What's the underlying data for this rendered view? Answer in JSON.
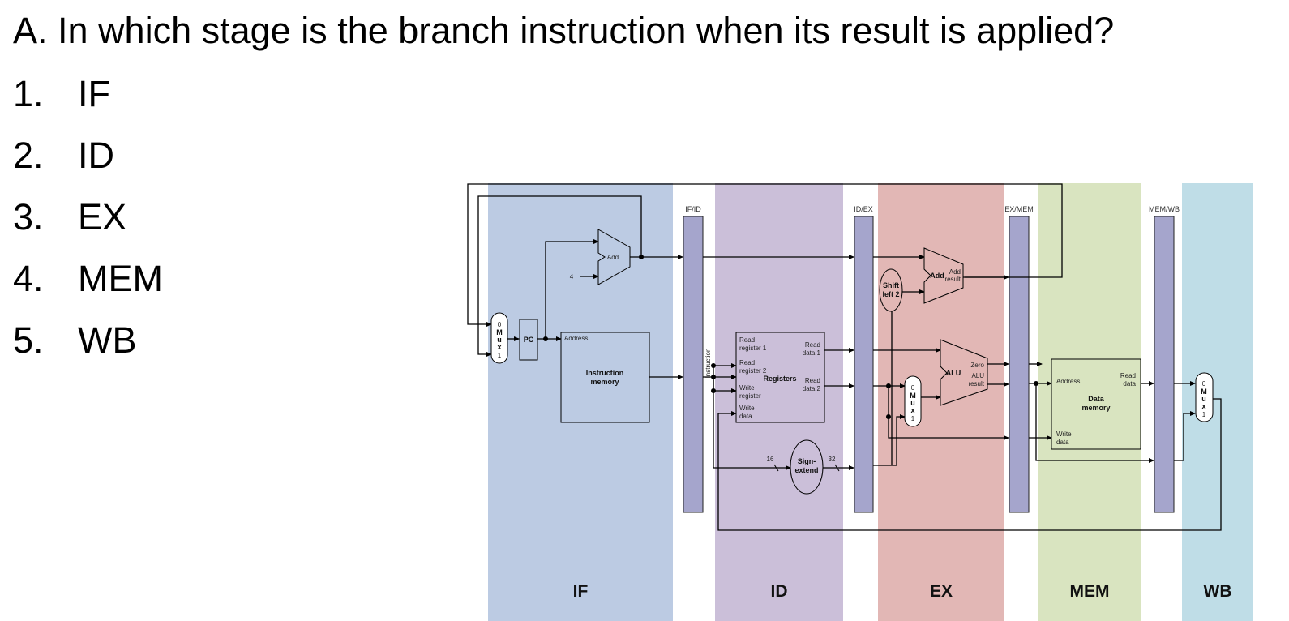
{
  "question": "A. In which stage is the branch instruction when its result is applied?",
  "options": [
    {
      "number": "1.",
      "label": "IF"
    },
    {
      "number": "2.",
      "label": "ID"
    },
    {
      "number": "3.",
      "label": "EX"
    },
    {
      "number": "4.",
      "label": "MEM"
    },
    {
      "number": "5.",
      "label": "WB"
    }
  ],
  "diagram": {
    "stages": [
      {
        "label": "IF",
        "color": "#bccbe3"
      },
      {
        "label": "ID",
        "color": "#cbbfd9"
      },
      {
        "label": "EX",
        "color": "#e2b7b5"
      },
      {
        "label": "MEM",
        "color": "#d9e4c0"
      },
      {
        "label": "WB",
        "color": "#bfdde7"
      }
    ],
    "pipeline_registers": [
      "IF/ID",
      "ID/EX",
      "EX/MEM",
      "MEM/WB"
    ],
    "pipeline_register_color": "#a5a5cc",
    "components": {
      "pc": "PC",
      "add": "Add",
      "constant_four": "4",
      "imem_address": "Address",
      "imem_name_1": "Instruction",
      "imem_name_2": "memory",
      "instruction_label": "Instruction",
      "reg_read1_a": "Read",
      "reg_read1_b": "register 1",
      "reg_read2_a": "Read",
      "reg_read2_b": "register 2",
      "reg_write_reg_a": "Write",
      "reg_write_reg_b": "register",
      "reg_write_data_a": "Write",
      "reg_write_data_b": "data",
      "reg_name": "Registers",
      "reg_out1_a": "Read",
      "reg_out1_b": "data 1",
      "reg_out2_a": "Read",
      "reg_out2_b": "data 2",
      "sign_ext_1": "Sign-",
      "sign_ext_2": "extend",
      "width_in": "16",
      "width_out": "32",
      "shift_1": "Shift",
      "shift_2": "left 2",
      "branch_add": "Add",
      "branch_add_result_1": "Add",
      "branch_add_result_2": "result",
      "alu": "ALU",
      "alu_zero": "Zero",
      "alu_result_1": "ALU",
      "alu_result_2": "result",
      "dmem_address": "Address",
      "dmem_read_1": "Read",
      "dmem_read_2": "data",
      "dmem_name_1": "Data",
      "dmem_name_2": "memory",
      "dmem_write_1": "Write",
      "dmem_write_2": "data",
      "mux_0": "0",
      "mux_m": "M",
      "mux_u": "u",
      "mux_x": "x",
      "mux_1": "1"
    }
  }
}
